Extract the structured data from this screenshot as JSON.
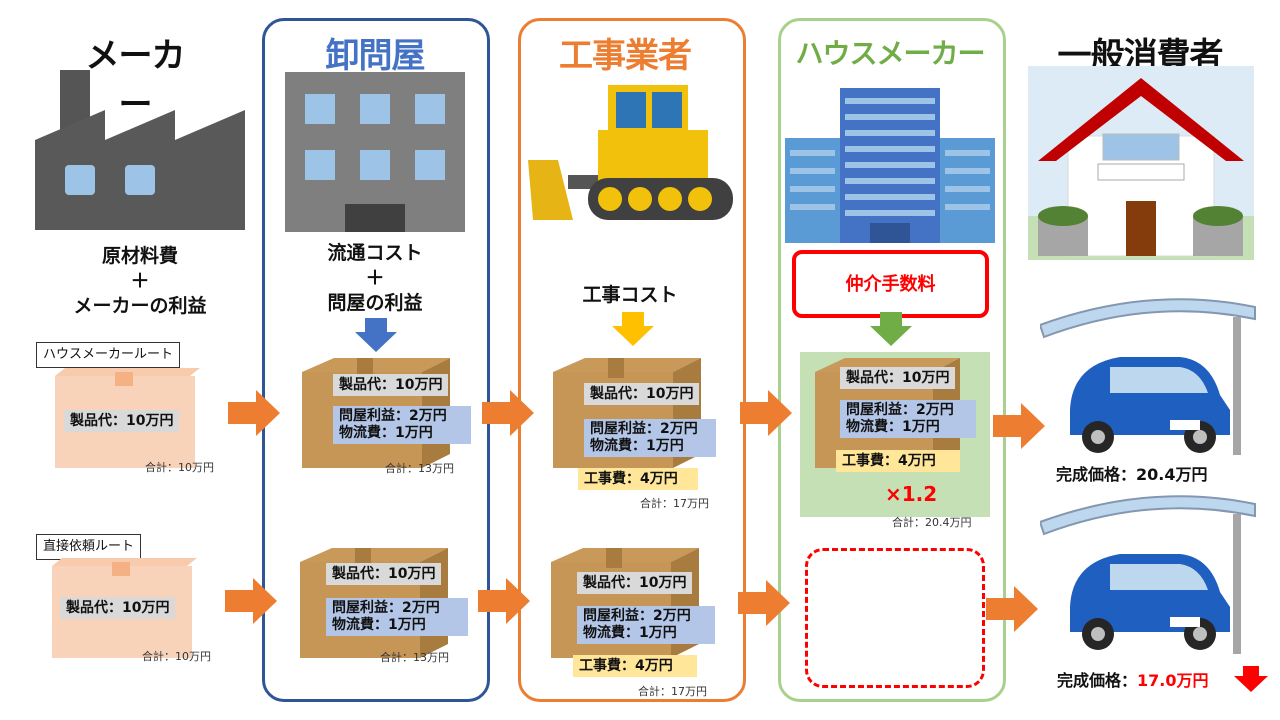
{
  "columns": {
    "maker": "メーカー",
    "wholesaler": "卸問屋",
    "contractor": "工事業者",
    "housemaker": "ハウスメーカー",
    "consumer": "一般消費者"
  },
  "costs": {
    "maker_line1": "原材料費",
    "maker_plus": "＋",
    "maker_line2": "メーカーの利益",
    "wholesaler_line1": "流通コスト",
    "wholesaler_plus": "＋",
    "wholesaler_line2": "問屋の利益",
    "contractor": "工事コスト",
    "housemaker": "仲介手数料"
  },
  "routes": {
    "route1": "ハウスメーカールート",
    "route2": "直接依頼ルート"
  },
  "labels": {
    "product": "製品代：10万円",
    "wholesale_profit": "問屋利益：2万円",
    "logistics": "物流費：1万円",
    "construction": "工事費：4万円",
    "multiplier": "×1.2"
  },
  "totals": {
    "t10": "合計：10万円",
    "t13": "合計：13万円",
    "t17": "合計：17万円",
    "t204": "合計：20.4万円"
  },
  "prices": {
    "label": "完成価格：",
    "route1_label": "完成価格：20.4万円",
    "route2_value": "17.0万円"
  },
  "colors": {
    "wholesaler": "#2f5597",
    "contractor": "#ed7d31",
    "housemaker": "#70ad47",
    "red": "#ff0000",
    "arrow": "#ed7d31"
  }
}
